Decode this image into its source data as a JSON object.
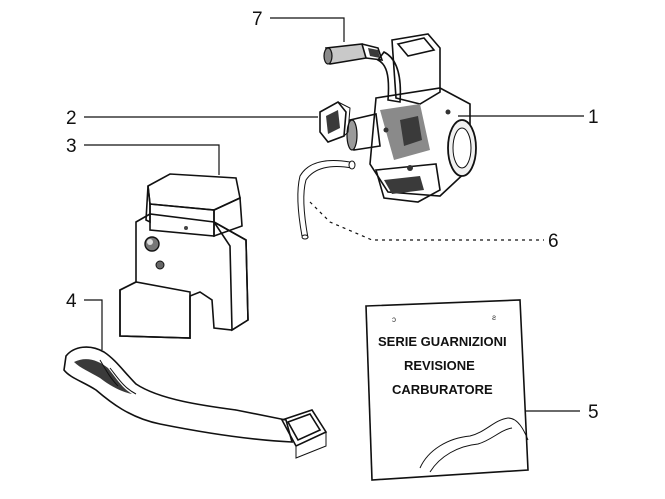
{
  "callouts": [
    "1",
    "2",
    "3",
    "4",
    "5",
    "6",
    "7"
  ],
  "gasket_kit": {
    "line1": "SERIE GUARNIZIONI",
    "line2": "REVISIONE",
    "line3": "CARBURATORE",
    "mark_left": "ɔ",
    "mark_right": "ƨ"
  }
}
